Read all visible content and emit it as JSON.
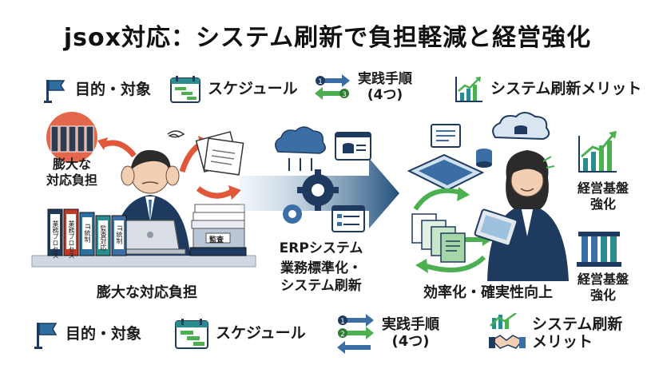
{
  "title": "jsox対応：システム刷新で負担軽減と経営強化",
  "top_bar": {
    "purpose": "目的・対象",
    "schedule": "スケジュール",
    "steps_line1": "実践手順",
    "steps_line2": "(4つ)",
    "steps_badge_1": "1",
    "steps_badge_3": "3",
    "benefits": "システム刷新メリット"
  },
  "left_panel": {
    "callout_line1": "膨大な",
    "callout_line2": "対応負担",
    "caption": "膨大な対応負担",
    "binders": [
      "業務プロセス",
      "業務プロセス",
      "IT統制",
      "監査対応",
      "IT統制"
    ],
    "box_label": "監査"
  },
  "middle_panel": {
    "erp": "ERPシステム",
    "standardize_line1": "業務標準化・",
    "standardize_line2": "システム刷新"
  },
  "right_panel": {
    "caption": "効率化・確実性向上",
    "side_1_line1": "経営基盤",
    "side_1_line2": "強化",
    "side_2_line1": "経営基盤",
    "side_2_line2": "強化"
  },
  "bottom_bar": {
    "purpose": "目的・対象",
    "schedule": "スケジュール",
    "steps_line1": "実践手順",
    "steps_line2": "(4つ)",
    "steps_badge_1": "1",
    "steps_badge_2": "2",
    "benefits_line1": "システム刷新",
    "benefits_line2": "メリット"
  },
  "colors": {
    "navy": "#1f3a5f",
    "teal": "#2a8c8c",
    "green": "#4caf50",
    "blue": "#3a6ea5",
    "red_orange": "#e0573a"
  }
}
